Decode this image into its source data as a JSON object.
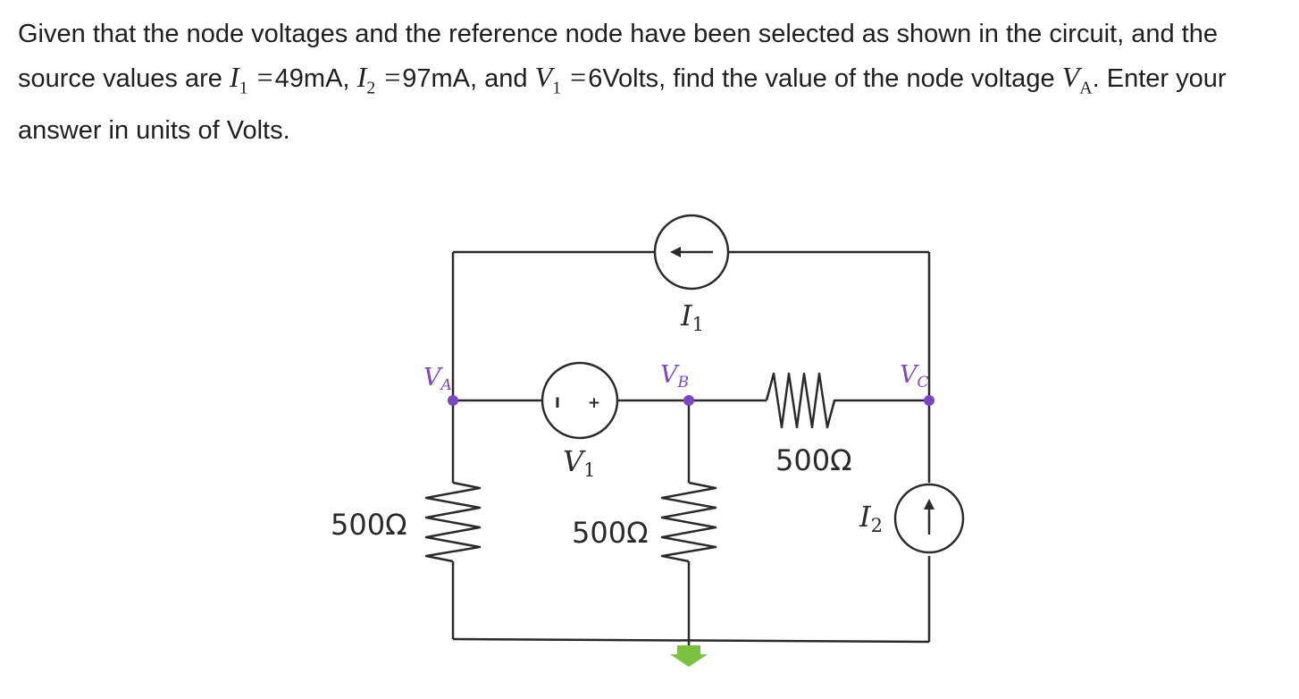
{
  "question": {
    "part1": "Given that the node voltages and the reference node have been selected as shown in the circuit, and the source values are",
    "i1_sym": "I",
    "i1_sub": "1",
    "i1_val": "49mA,",
    "i2_sym": "I",
    "i2_sub": "2",
    "i2_val": "97mA, and",
    "v1_sym": "V",
    "v1_sub": "1",
    "v1_val": "6Volts, find the value of the node voltage",
    "va_sym": "V",
    "va_sub": "A",
    "part2": ". Enter your answer in units of Volts.",
    "equals": "="
  },
  "circuit": {
    "node_a": {
      "sym": "V",
      "sub": "A"
    },
    "node_b": {
      "sym": "V",
      "sub": "B"
    },
    "node_c": {
      "sym": "V",
      "sub": "C"
    },
    "source_i1": {
      "sym": "I",
      "sub": "1"
    },
    "source_i2": {
      "sym": "I",
      "sub": "2"
    },
    "source_v1": {
      "sym": "V",
      "sub": "1",
      "minus": "I",
      "plus": "+"
    },
    "resistor_left": "500Ω",
    "resistor_middle": "500Ω",
    "resistor_right": "500Ω",
    "colors": {
      "wire": "#2a2a2a",
      "node_dot": "#7b46c4",
      "node_label": "#7b46c4",
      "ground": "#7cc142"
    }
  }
}
